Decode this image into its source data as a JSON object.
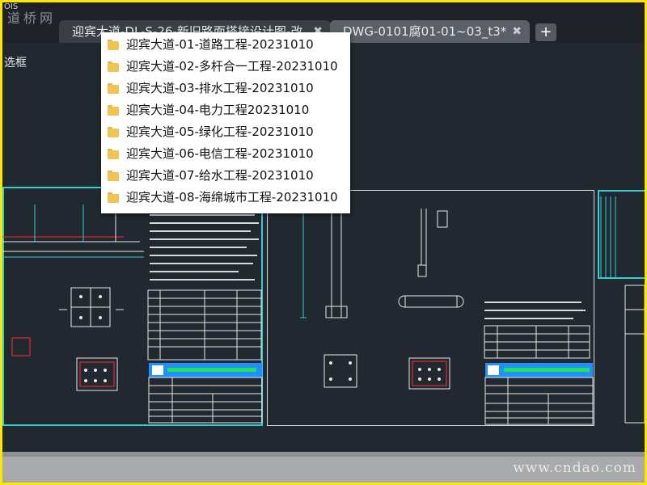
{
  "window": {
    "watermark_top": "道桥网",
    "os_label": "OIS",
    "tabs": [
      {
        "label": "迎宾大道-DL-S-26-新旧路面搭接设计图-改",
        "active": false
      },
      {
        "label": "DWG-0101腐01-01~03_t3*",
        "active": true
      }
    ],
    "add_tab_symbol": "+",
    "close_symbol": "✖"
  },
  "canvas": {
    "box_label": "选框"
  },
  "menu": {
    "items": [
      "迎宾大道-01-道路工程-20231010",
      "迎宾大道-02-多杆合一工程-20231010",
      "迎宾大道-03-排水工程-20231010",
      "迎宾大道-04-电力工程20231010",
      "迎宾大道-05-绿化工程-20231010",
      "迎宾大道-06-电信工程-20231010",
      "迎宾大道-07-给水工程-20231010",
      "迎宾大道-08-海绵城市工程-20231010"
    ]
  },
  "footer": {
    "watermark": "www.cndao.com"
  },
  "colors": {
    "background": "#212830",
    "sheet_border": "#2ad2d2",
    "title_block": "#1e90ff",
    "frame": "#ffe600"
  }
}
